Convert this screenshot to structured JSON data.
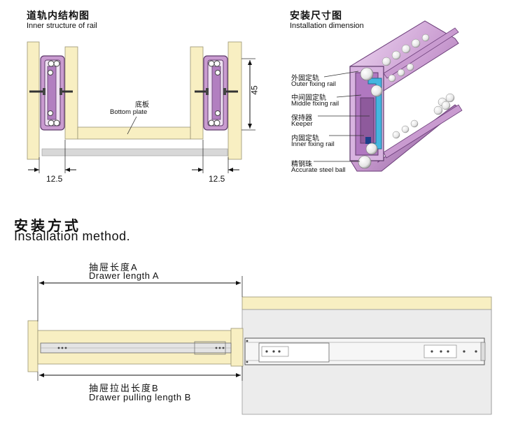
{
  "inner_structure": {
    "title_cn": "道轨内结构图",
    "title_en": "Inner structure of rail",
    "plate_cn": "底板",
    "plate_en": "Bottom plate",
    "dim_height": "45",
    "dim_left": "12.5",
    "dim_right": "12.5"
  },
  "install_dimension": {
    "title_cn": "安装尺寸图",
    "title_en": "Installation dimension",
    "parts": [
      {
        "cn": "外固定轨",
        "en": "Outer fixing rail"
      },
      {
        "cn": "中间固定轨",
        "en": "Middle fixing rail"
      },
      {
        "cn": "保持器",
        "en": "Keeper"
      },
      {
        "cn": "内固定轨",
        "en": "Inner fixing rail"
      },
      {
        "cn": "精钢珠",
        "en": "Accurate steel ball"
      }
    ]
  },
  "install_method": {
    "title_cn": "安装方式",
    "title_en": "Installation method.",
    "length_a_cn": "抽屉长度A",
    "length_a_en": "Drawer length A",
    "length_b_cn": "抽屉拉出长度B",
    "length_b_en": "Drawer pulling length B"
  },
  "colors": {
    "wood": "#f8efc2",
    "rail_purple": "#c99bd0",
    "rail_dark": "#7a4f86",
    "keeper_blue": "#43b6e0",
    "cabinet_grey": "#ececec"
  }
}
